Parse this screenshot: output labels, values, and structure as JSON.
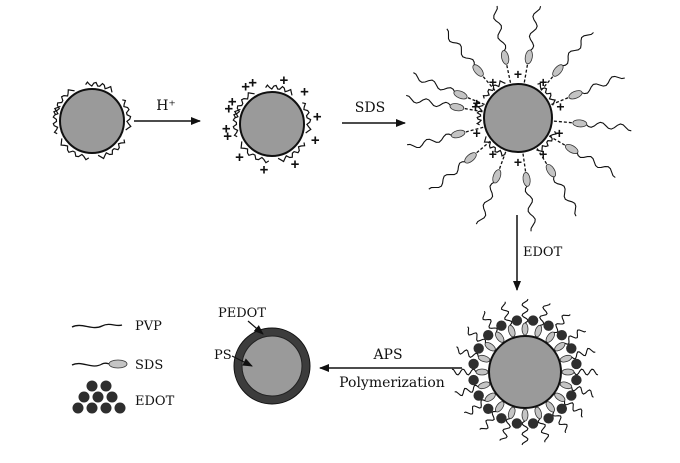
{
  "arrows": {
    "step1": "H⁺",
    "step2": "SDS",
    "step3": "EDOT",
    "step4_line1": "APS",
    "step4_line2": "Polymerization"
  },
  "product_labels": {
    "shell": "PEDOT",
    "core": "PS"
  },
  "legend": {
    "pvp": "PVP",
    "sds": "SDS",
    "edot": "EDOT"
  },
  "charge_symbol": "+",
  "colors": {
    "core": "#9a9a9a",
    "shell": "#3c3c3c",
    "edot": "#2e2e2e",
    "sds_head": "#c4c4c4",
    "line": "#111111"
  }
}
